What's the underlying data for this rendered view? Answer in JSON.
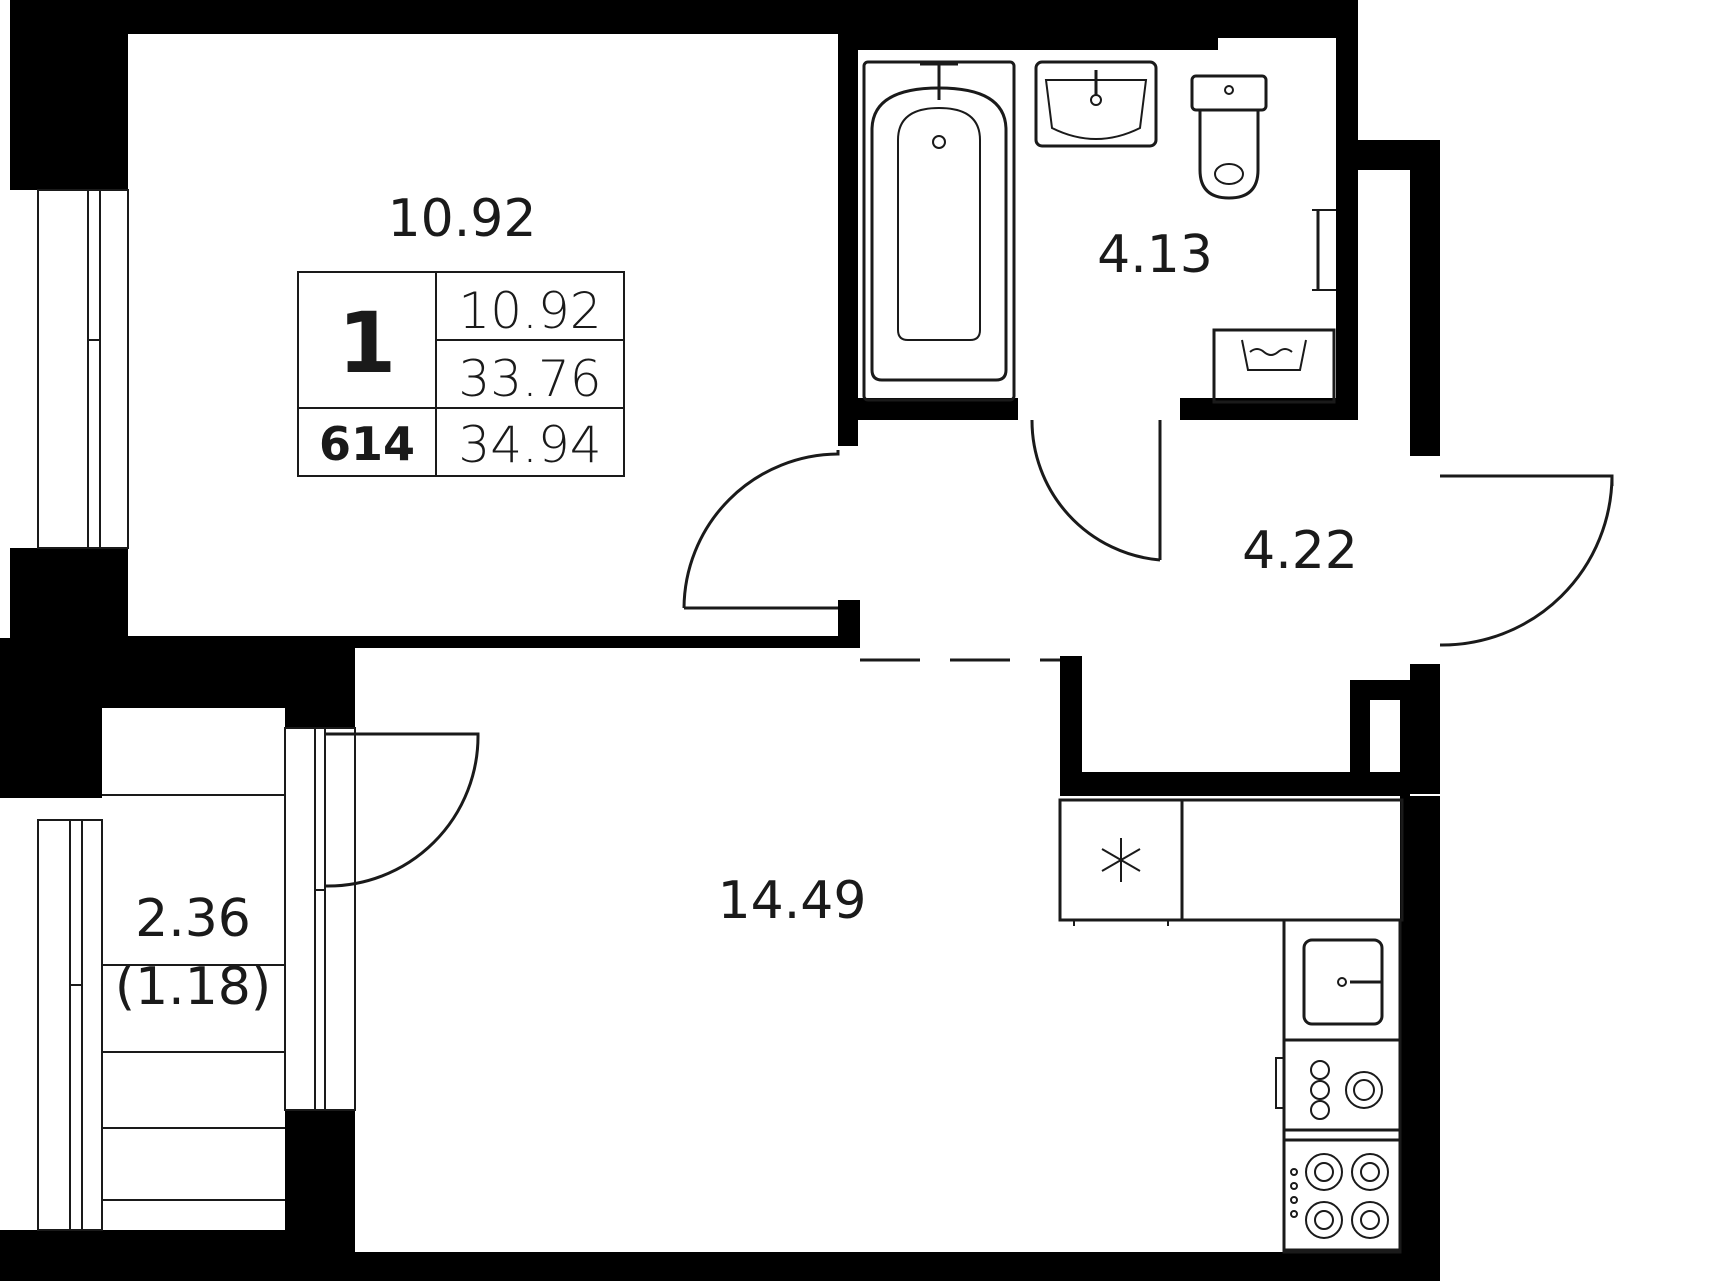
{
  "rooms": {
    "bedroom": {
      "area": "10.92"
    },
    "bathroom": {
      "area": "4.13"
    },
    "hallway": {
      "area": "4.22"
    },
    "living_kitchen": {
      "area": "14.49"
    },
    "balcony": {
      "area": "2.36",
      "area_reduced": "(1.18)"
    }
  },
  "info_table": {
    "rooms_count": "1",
    "apartment_number": "614",
    "living_area": "10.92",
    "total_area": "33.76",
    "total_area_with_balcony": "34.94"
  },
  "colors": {
    "wall": "#000000",
    "line": "#1a1a1a",
    "floor": "#ffffff"
  },
  "icons": [
    "bathtub-icon",
    "sink-icon",
    "toilet-icon",
    "towel-rail-icon",
    "washing-machine-icon",
    "fridge-icon",
    "snowflake-icon",
    "kitchen-sink-icon",
    "cooktop-icon",
    "stove-icon"
  ]
}
